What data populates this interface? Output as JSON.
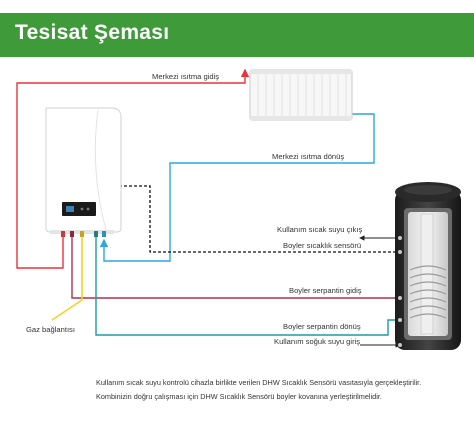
{
  "header": {
    "title": "Tesisat Şeması"
  },
  "labels": {
    "central_heating_supply": "Merkezi ısıtma gidiş",
    "central_heating_return": "Merkezi ısıtma dönüş",
    "hot_water_outlet": "Kullanım sıcak suyu çıkış",
    "boiler_sensor": "Boyler sıcaklık sensörü",
    "coil_supply": "Boyler serpantin gidiş",
    "coil_return": "Boyler serpantin dönüş",
    "cold_water_inlet": "Kullanım soğuk suyu giriş",
    "gas_connection": "Gaz bağlantısı"
  },
  "footer": {
    "line1": "Kullanım sıcak suyu kontrolü cihazla birlikte verilen DHW Sıcaklık Sensörü vasıtasıyla gerçekleştirilir.",
    "line2": "Kombinizin doğru çalışması için DHW Sıcaklık Sensörü boyler kovanına yerleştirilmelidir."
  },
  "colors": {
    "header_bg": "#3f9b3a",
    "supply_pipe": "#e8343a",
    "return_pipe": "#2aa9e0",
    "coil_supply_pipe": "#b0304f",
    "coil_return_pipe": "#1f9aa0",
    "gas_pipe": "#f2d227",
    "sensor_line": "#111111"
  },
  "icons": {
    "boiler": "combi-boiler-icon",
    "radiator": "radiator-icon",
    "tank": "hot-water-tank-icon"
  }
}
